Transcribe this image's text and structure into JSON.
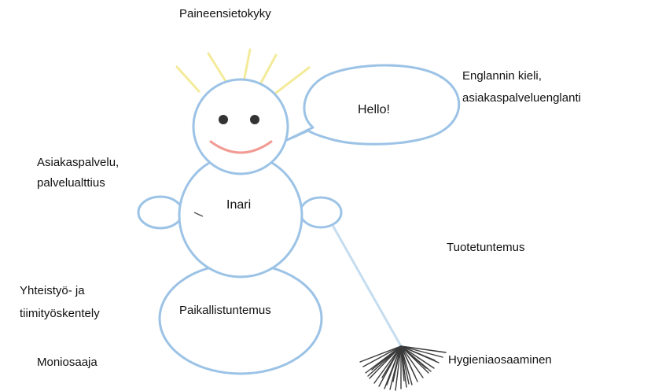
{
  "labels": {
    "paineensietokyky": "Paineensietokyky",
    "englanti_line1": "Englannin kieli,",
    "englanti_line2": "asiakaspalveluenglanti",
    "asiakaspalvelu_line1": "Asiakaspalvelu,",
    "asiakaspalvelu_line2": "palvelualttius",
    "tuotetuntemus": "Tuotetuntemus",
    "yhteistyo_line1": "Yhteistyö- ja",
    "yhteistyo_line2": "tiimityöskentely",
    "moniosaaja": "Moniosaaja",
    "hygienia": "Hygieniaosaaminen"
  },
  "figure": {
    "speech": "Hello!",
    "body_name": "Inari",
    "base_text": "Paikallistuntemus"
  },
  "colors": {
    "outline": "#9cc3e6",
    "rays": "#f3eb9a",
    "mouth": "#f29a93",
    "eyes": "#333333",
    "broom": "#3a3a3a",
    "stick": "#c5ddef"
  }
}
